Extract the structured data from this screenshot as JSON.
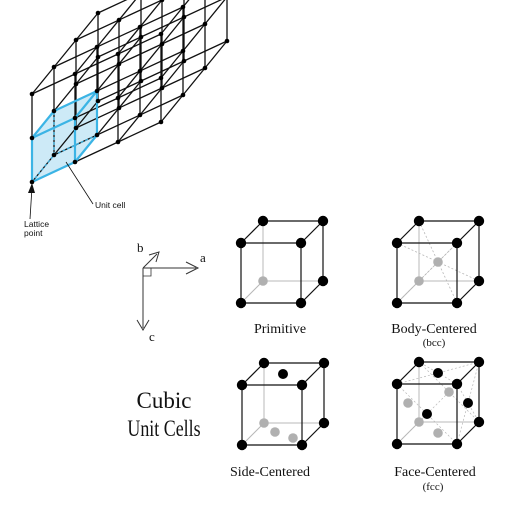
{
  "lattice": {
    "unit_cell_label": "Unit cell",
    "lattice_point_line1": "Lattice",
    "lattice_point_line2": "point",
    "highlight_color": "#3bb4e5",
    "highlight_fill": "#cdeaf7"
  },
  "axes": {
    "a": "a",
    "b": "b",
    "c": "c"
  },
  "title": {
    "line1": "Cubic",
    "line2": "Unit Cells"
  },
  "cells": [
    {
      "name": "Primitive",
      "sub": ""
    },
    {
      "name": "Body-Centered",
      "sub": "(bcc)"
    },
    {
      "name": "Side-Centered",
      "sub": ""
    },
    {
      "name": "Face-Centered",
      "sub": "(fcc)"
    }
  ],
  "colors": {
    "line": "#111111",
    "atom": "#000000",
    "hidden_atom": "#b0b0b0",
    "hidden_line": "#b8b8b8"
  }
}
